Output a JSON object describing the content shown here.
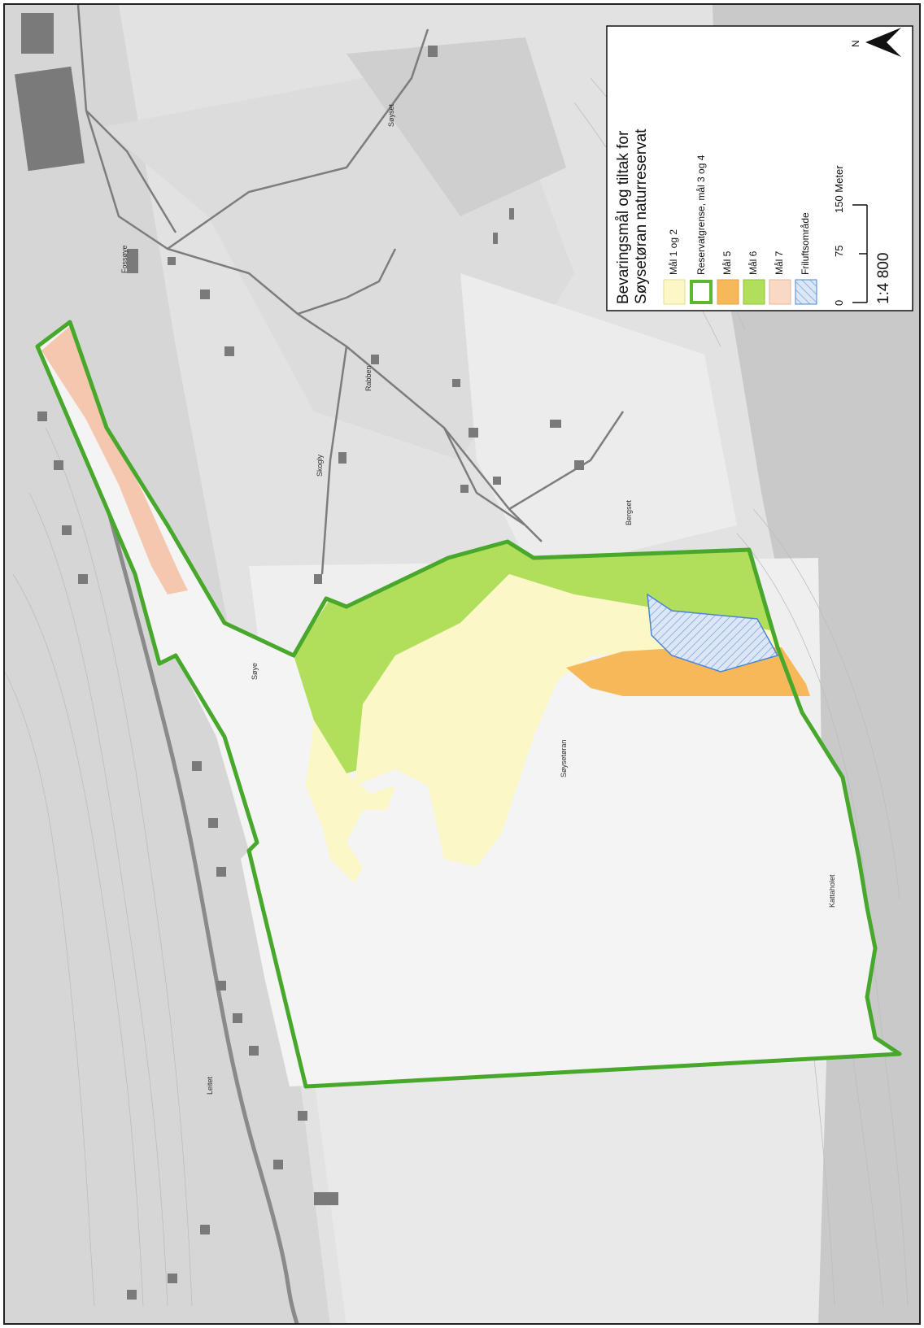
{
  "map": {
    "legend": {
      "title_line1": "Bevaringsmål og tiltak for",
      "title_line2": "Søysetøran naturreservat",
      "items": [
        {
          "label": "Mål 1 og 2",
          "fill": "#fbf7c7",
          "stroke": "#e6dd92",
          "style": "fill"
        },
        {
          "label": "Reservatgrense, mål 3 og 4",
          "fill": "#ffffff",
          "stroke": "#5fb52e",
          "style": "outline"
        },
        {
          "label": "Mål 5",
          "fill": "#f7b85a",
          "stroke": "#e3a24a",
          "style": "fill"
        },
        {
          "label": "Mål 6",
          "fill": "#b1de5b",
          "stroke": "#8fc43e",
          "style": "fill"
        },
        {
          "label": "Mål 7",
          "fill": "#f9d8c4",
          "stroke": "#e6b9a0",
          "style": "fill"
        },
        {
          "label": "Friluftsområde",
          "fill": "#dbe6f6",
          "stroke": "#4a86d6",
          "style": "hatch"
        }
      ],
      "scalebar": {
        "ticks": [
          "0",
          "75",
          "150 Meter"
        ],
        "ratio": "1:4 800"
      },
      "north_label": "N"
    },
    "place_labels": [
      "Søysetøran",
      "Kattaholet",
      "Bergset",
      "Rabben",
      "Skogly",
      "Søye",
      "Leitet",
      "Søyset",
      "Fossøye"
    ],
    "colors": {
      "reserve_boundary": "#47a82b",
      "mal_1_2": "#fbf7c7",
      "mal_5": "#f7b85a",
      "mal_6": "#b1de5b",
      "mal_7": "#f4c2a6",
      "friluft": "#4a86d6"
    }
  }
}
